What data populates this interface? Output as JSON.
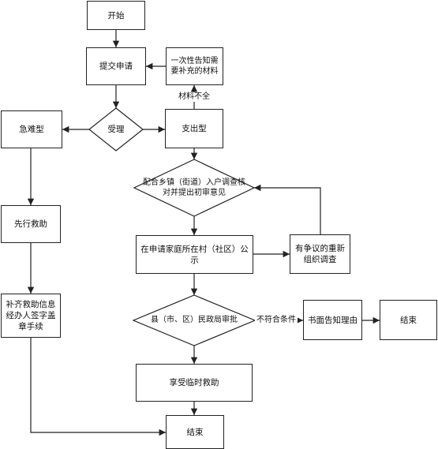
{
  "nodes": {
    "start": "开始",
    "submit": "提交申请",
    "notify": "一次性告知需要补充的材料",
    "accept": "受理",
    "urgent": "急难型",
    "expense": "支出型",
    "survey": "配合乡镇（街道）入户调查核对并提出初审意见",
    "pre_aid": "先行救助",
    "publicize": "在申请家庭所在村（社区）公示",
    "reinvestigate": "有争议的重新组织调查",
    "supplement": "补齐救助信息经办人签字盖章手续",
    "county_review": "县（市、区）民政局审批",
    "written_notice": "书面告知理由",
    "end_right": "结束",
    "enjoy_aid": "享受临时救助",
    "end_bottom": "结束"
  },
  "edge_labels": {
    "incomplete": "材料不全",
    "not_qualified": "不符合条件"
  }
}
